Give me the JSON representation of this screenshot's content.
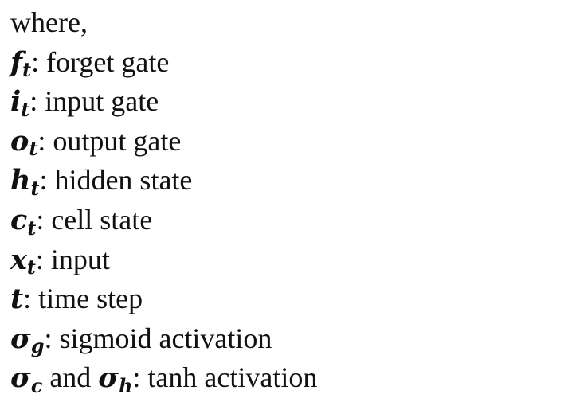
{
  "intro": "where,",
  "definitions": [
    {
      "symbol": "f",
      "sub": "t",
      "desc": ": forget gate"
    },
    {
      "symbol": "i",
      "sub": "t",
      "desc": ": input gate"
    },
    {
      "symbol": "o",
      "sub": "t",
      "desc": ": output gate"
    },
    {
      "symbol": "h",
      "sub": "t",
      "desc": ": hidden state"
    },
    {
      "symbol": "c",
      "sub": "t",
      "desc": ": cell state"
    },
    {
      "symbol": "x",
      "sub": "t",
      "desc": ": input"
    },
    {
      "symbol": "t",
      "sub": "",
      "desc": ": time step"
    },
    {
      "symbol": "σ",
      "sub": "g",
      "desc": ": sigmoid activation"
    }
  ],
  "last_line": {
    "symbol1": "σ",
    "sub1": "c",
    "connector": " and ",
    "symbol2": "σ",
    "sub2": "h",
    "desc": ": tanh activation"
  }
}
